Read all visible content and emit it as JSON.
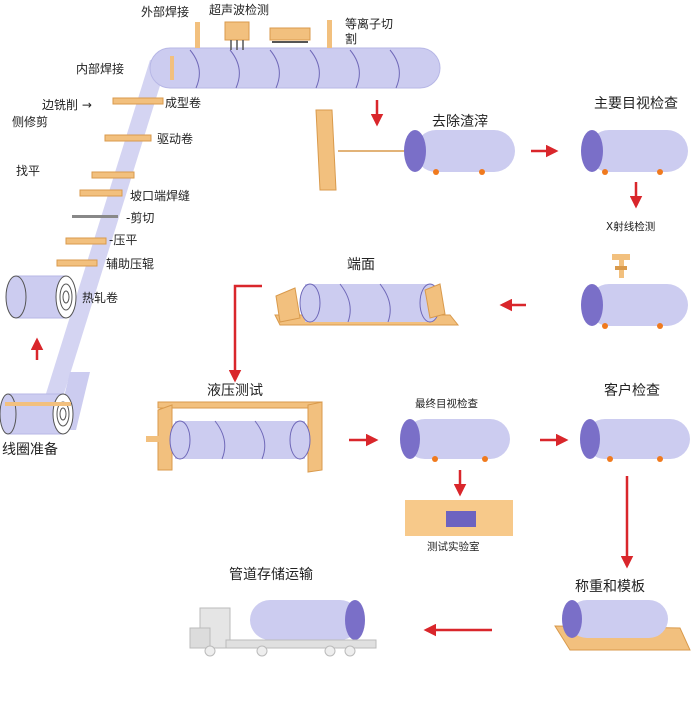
{
  "labels": {
    "outer_weld": "外部焊接",
    "ultrasonic": "超声波检测",
    "plasma_cut_1": "等离子切",
    "plasma_cut_2": "割",
    "inner_weld": "内部焊接",
    "edge_mill": "边铣削 →",
    "side_trim": "侧修剪",
    "forming_roll": "成型卷",
    "drive_roll": "驱动卷",
    "leveling": "找平",
    "bevel_weld": "坡口端焊缝",
    "shear": "-剪切",
    "press_flat": "-压平",
    "aux_press_roll": "辅助压辊",
    "hot_coil": "热轧卷",
    "coil_prep": "线圈准备",
    "deslag": "去除渣滓",
    "visual_main": "主要目视检查",
    "xray": "X射线检测",
    "end_face": "端面",
    "hydro_test": "液压测试",
    "final_visual": "最终目视检查",
    "customer_check": "客户检查",
    "lab": "测试实验室",
    "storage_transport": "管道存储运输",
    "weigh_template": "称重和模板"
  },
  "colors": {
    "pipe_body": "#ccccf0",
    "pipe_end": "#7a6fc8",
    "pipe_line": "#6f68b8",
    "flow_arrow": "#d9262b",
    "machine": "#f2c07e",
    "machine_dark": "#d99a4c",
    "support_dot": "#f07a1e",
    "lab_box": "#f7c98a",
    "lab_window": "#6d63c0",
    "truck": "#dcdcdc"
  }
}
